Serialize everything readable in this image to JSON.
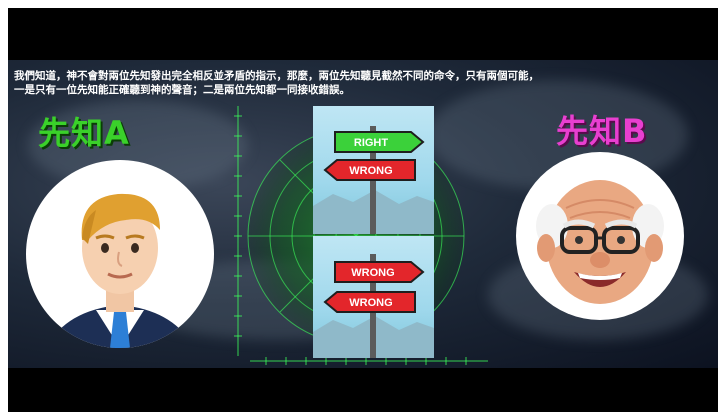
{
  "caption_line1": "我們知道，神不會對兩位先知發出完全相反並矛盾的指示，那麼，兩位先知聽見截然不同的命令，只有兩個可能，",
  "caption_line2": "一是只有一位先知能正確聽到神的聲音；二是兩位先知都一同接收錯誤。",
  "prophet_a": {
    "label": "先知A",
    "color": "#3ad12a"
  },
  "prophet_b": {
    "label": "先知B",
    "color": "#e83fd0"
  },
  "sign_top": {
    "upper": "RIGHT",
    "lower": "WRONG",
    "upper_color": "#3bd13a",
    "lower_color": "#e3262b"
  },
  "sign_bottom": {
    "upper": "WRONG",
    "lower": "WRONG",
    "upper_color": "#e3262b",
    "lower_color": "#e3262b"
  }
}
